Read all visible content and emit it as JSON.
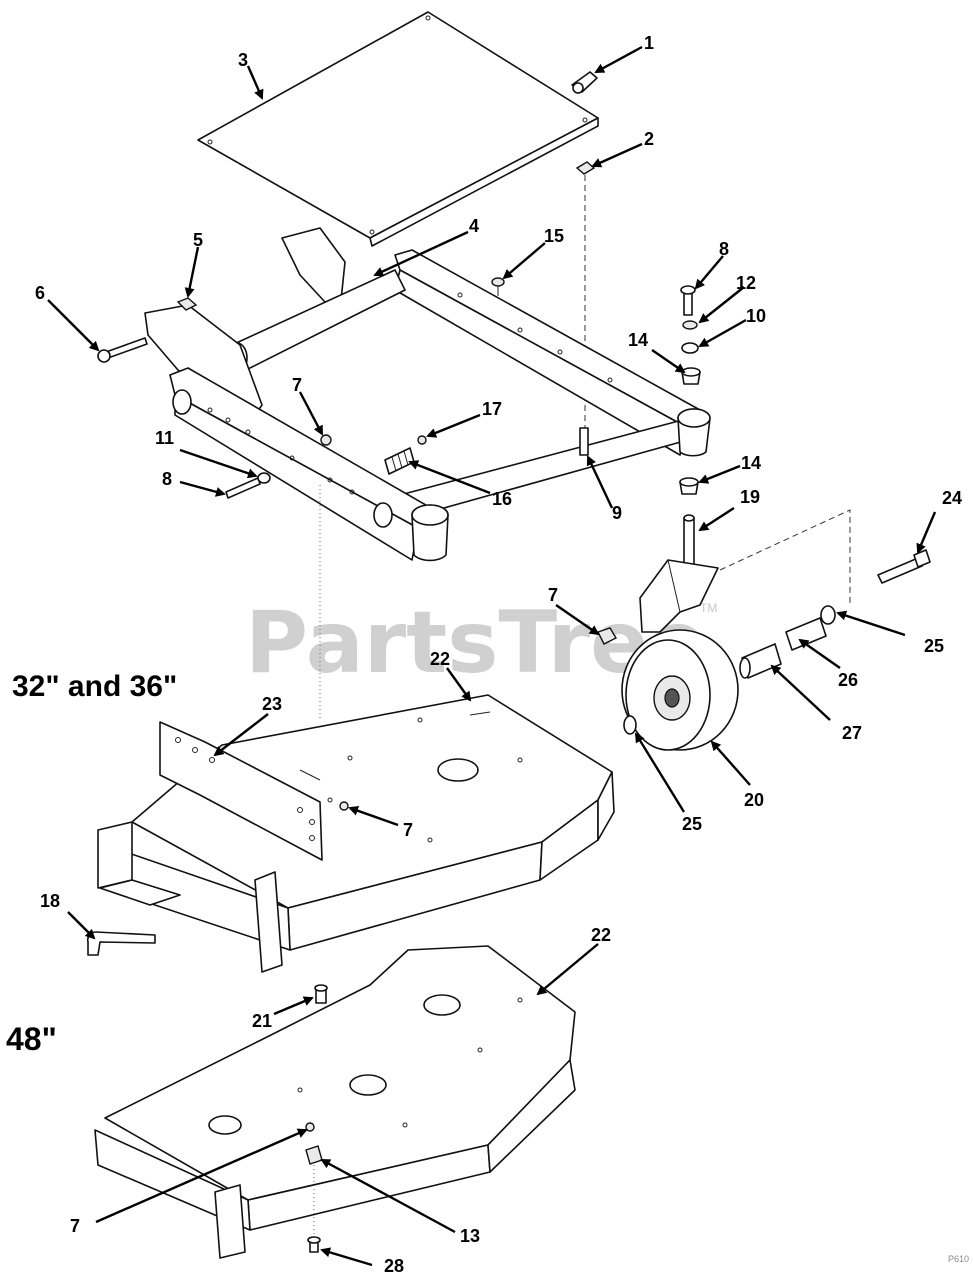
{
  "watermark": {
    "brand": "PartsTree",
    "trademark": "TM"
  },
  "deck_labels": {
    "small": "32\" and 36\"",
    "large": "48\""
  },
  "drawing_code": "P610",
  "callouts": {
    "c1": "1",
    "c2": "2",
    "c3": "3",
    "c4": "4",
    "c5": "5",
    "c6": "6",
    "c7a": "7",
    "c7b": "7",
    "c7c": "7",
    "c7d": "7",
    "c8a": "8",
    "c8b": "8",
    "c9": "9",
    "c10": "10",
    "c11": "11",
    "c12": "12",
    "c13": "13",
    "c14a": "14",
    "c14b": "14",
    "c15": "15",
    "c16": "16",
    "c17": "17",
    "c18": "18",
    "c19": "19",
    "c20": "20",
    "c21": "21",
    "c22a": "22",
    "c22b": "22",
    "c23": "23",
    "c24": "24",
    "c25a": "25",
    "c25b": "25",
    "c26": "26",
    "c27": "27",
    "c28": "28"
  }
}
